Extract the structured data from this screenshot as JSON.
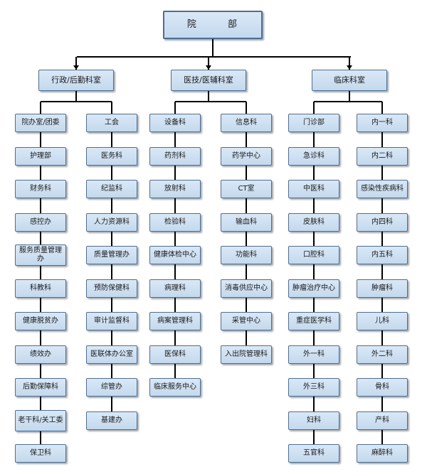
{
  "root": "院 部",
  "divisions": [
    {
      "title": "行政/后勤科室",
      "columns": [
        [
          "院办室/团委",
          "护理部",
          "财务科",
          "感控办",
          "服务质量管理办",
          "科教科",
          "健康脱贫办",
          "绩效办",
          "后勤保障科",
          "老干科/关工委",
          "保卫科"
        ],
        [
          "工会",
          "医务科",
          "纪监科",
          "人力资源科",
          "质量管理办",
          "预防保健科",
          "审计监督科",
          "医联体办公室",
          "综管办",
          "基建办"
        ]
      ]
    },
    {
      "title": "医技/医辅科室",
      "columns": [
        [
          "设备科",
          "药剂科",
          "放射科",
          "检验科",
          "健康体检中心",
          "病理科",
          "病案管理科",
          "医保科",
          "临床服务中心"
        ],
        [
          "信息科",
          "药学中心",
          "CT室",
          "输血科",
          "功能科",
          "消毒供应中心",
          "采管中心",
          "入出院管理科"
        ]
      ]
    },
    {
      "title": "临床科室",
      "columns": [
        [
          "门诊部",
          "急诊科",
          "中医科",
          "皮肤科",
          "口腔科",
          "肿瘤治疗中心",
          "重症医学科",
          "外一科",
          "外三科",
          "妇科",
          "五官科"
        ],
        [
          "内一科",
          "内二科",
          "感染性疾病科",
          "内四科",
          "内五科",
          "肿瘤科",
          "儿科",
          "外二科",
          "骨科",
          "产科",
          "麻醉科"
        ]
      ]
    }
  ]
}
